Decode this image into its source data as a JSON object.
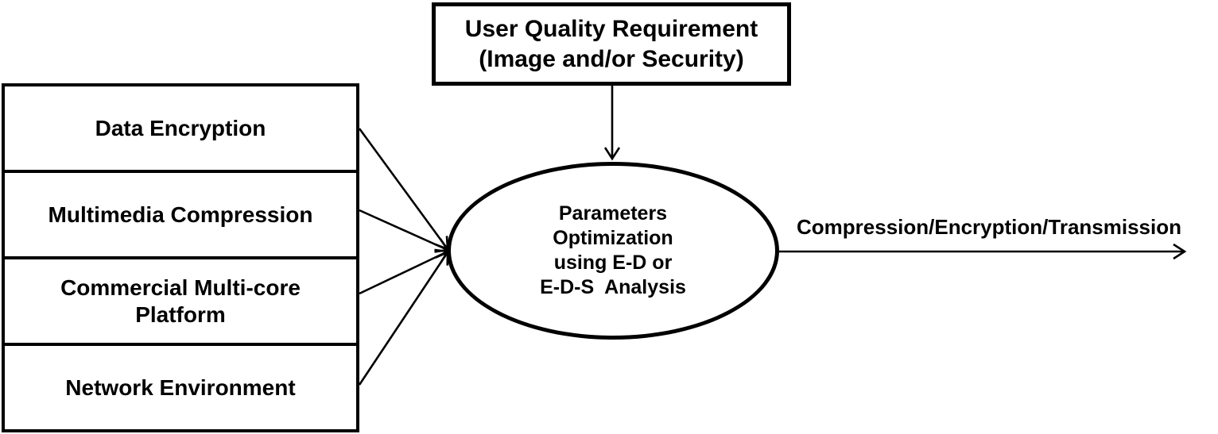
{
  "diagram": {
    "background": "#ffffff",
    "stroke_color": "#000000",
    "input_stack": {
      "items": [
        {
          "label": "Data Encryption"
        },
        {
          "label": "Multimedia Compression"
        },
        {
          "label": "Commercial Multi-core\nPlatform"
        },
        {
          "label": "Network Environment"
        }
      ]
    },
    "requirement_box": {
      "label": "User Quality Requirement\n(Image and/or Security)"
    },
    "process_ellipse": {
      "label": "Parameters\nOptimization\nusing E-D or\nE-D-S  Analysis"
    },
    "output_arrow": {
      "label": "Compression/Encryption/Transmission"
    }
  }
}
